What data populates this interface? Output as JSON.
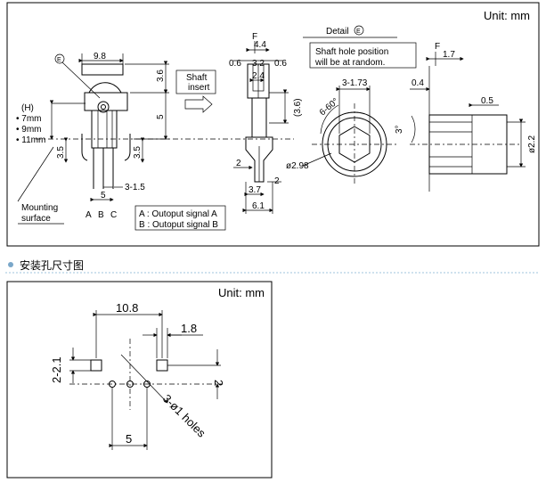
{
  "top": {
    "unit": "Unit: mm",
    "detail_label": "Detail",
    "detail_letter": "E",
    "shaft_note_line1": "Shaft hole position",
    "shaft_note_line2": "will be at random.",
    "shaft_insert_line1": "Shaft",
    "shaft_insert_line2": "insert",
    "callout_e": "E",
    "dims": {
      "w98": "9.8",
      "h36": "3.6",
      "h5": "5",
      "h35a": "3.5",
      "h35b": "3.5",
      "d315": "3-1.5",
      "w5": "5",
      "f1": "F",
      "d44": "4.4",
      "d06a": "0.6",
      "d32": "3.2",
      "d06b": "0.6",
      "d24": "2.4",
      "d36p": "(3.6)",
      "d2a": "2",
      "d2b": "2",
      "d37": "3.7",
      "d61": "6.1",
      "d173": "3-1.73",
      "d660": "6-60°",
      "d298": "ø2.98",
      "f2": "F",
      "d17": "1.7",
      "d04": "0.4",
      "d05": "0.5",
      "d3deg": "3°",
      "d22": "ø2.2"
    },
    "h_title": "(H)",
    "h_items": [
      "• 7mm",
      "• 9mm",
      "• 11mm"
    ],
    "mounting_line1": "Mounting",
    "mounting_line2": "surface",
    "pins": [
      "A",
      "B",
      "C"
    ],
    "legend_a": "A : Outoput signal A",
    "legend_b": "B : Outoput signal B"
  },
  "section_title": "安装孔尺寸图",
  "bottom": {
    "unit": "Unit: mm",
    "d108": "10.8",
    "d18": "1.8",
    "d221": "2-2.1",
    "d2": "2",
    "d5": "5",
    "holes": "3-ø1 holes"
  }
}
